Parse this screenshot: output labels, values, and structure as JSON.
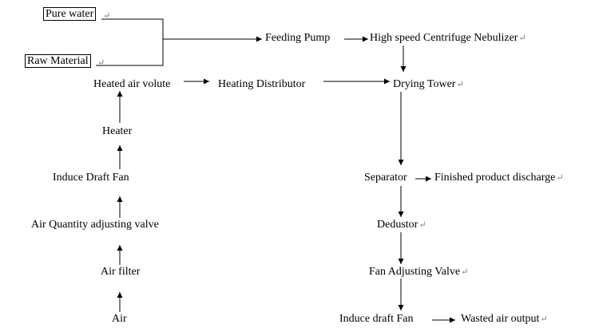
{
  "colors": {
    "line": "#000000",
    "text": "#000000",
    "paragraph_mark": "#777777"
  },
  "paragraph_mark": "↵",
  "nodes": {
    "pure_water": "Pure water",
    "raw_material": "Raw Material",
    "feeding_pump": "Feeding Pump",
    "nebulizer": "High speed Centrifuge Nebulizer",
    "heated_air_volute": "Heated air volute",
    "heating_distributor": "Heating Distributor",
    "drying_tower": "Drying Tower",
    "heater": "Heater",
    "induce_draft_fan_left": "Induce Draft Fan",
    "air_quantity_valve": "Air Quantity adjusting valve",
    "air_filter": "Air filter",
    "air": "Air",
    "separator": "Separator",
    "finished_product": "Finished product discharge",
    "dedustor": "Dedustor",
    "fan_adjusting_valve": "Fan Adjusting Valve",
    "induce_draft_fan_right": "Induce draft Fan",
    "wasted_air": "Wasted air output"
  }
}
